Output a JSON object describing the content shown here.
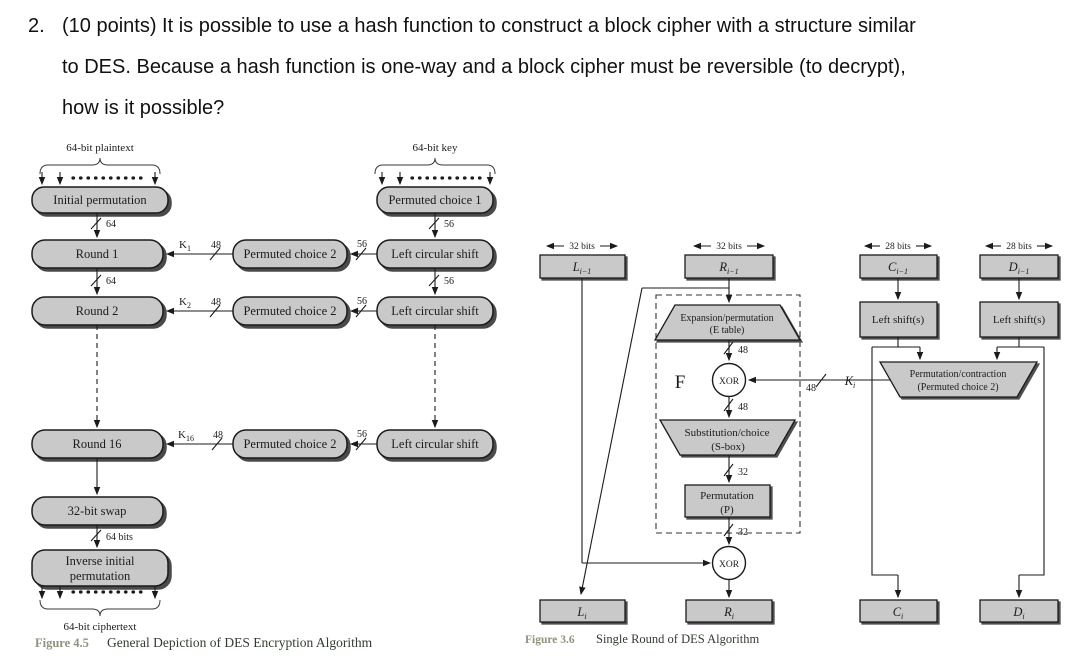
{
  "question": {
    "number": "2.",
    "lines": [
      "(10 points) It is possible to use a hash function to construct a block cipher with a structure similar",
      "to DES. Because a hash function is one-way and a block cipher must be reversible (to decrypt),",
      "how is it possible?"
    ]
  },
  "fig45": {
    "plaintext_label": "64-bit plaintext",
    "key_label": "64-bit key",
    "ciphertext_label": "64-bit ciphertext",
    "boxes": {
      "initial_permutation": "Initial permutation",
      "round_1": "Round 1",
      "round_2": "Round 2",
      "round_16": "Round 16",
      "swap_32": "32-bit swap",
      "inverse_ip_line1": "Inverse initial",
      "inverse_ip_line2": "permutation",
      "permuted_choice_1": "Permuted choice 1",
      "permuted_choice_2": "Permuted choice 2",
      "left_circular_shift": "Left circular shift"
    },
    "bits": {
      "n64": "64",
      "n56": "56",
      "n48": "48",
      "n64bits": "64 bits"
    },
    "keys": {
      "k": "K",
      "k1": "1",
      "k2": "2",
      "k16": "16"
    },
    "caption_tag": "Figure 4.5",
    "caption_text": "General Depiction of DES Encryption Algorithm"
  },
  "fig36": {
    "top_labels": {
      "bits32": "32 bits",
      "bits28": "28 bits"
    },
    "nodes": {
      "l_prev": {
        "main": "L",
        "sub": "i−1"
      },
      "r_prev": {
        "main": "R",
        "sub": "i−1"
      },
      "c_prev": {
        "main": "C",
        "sub": "i−1"
      },
      "d_prev": {
        "main": "D",
        "sub": "i−1"
      },
      "l_cur": {
        "main": "L",
        "sub": "i"
      },
      "r_cur": {
        "main": "R",
        "sub": "i"
      },
      "c_cur": {
        "main": "C",
        "sub": "i"
      },
      "d_cur": {
        "main": "D",
        "sub": "i"
      }
    },
    "f_label": "F",
    "xor_label": "XOR",
    "expansion_line1": "Expansion/permutation",
    "expansion_line2": "(E table)",
    "sbox_line1": "Substitution/choice",
    "sbox_line2": "(S-box)",
    "perm_line1": "Permutation",
    "perm_line2": "(P)",
    "left_shift_label": "Left shift(s)",
    "pc2_line1": "Permutation/contraction",
    "pc2_line2": "(Permuted choice 2)",
    "key": {
      "main": "K",
      "sub": "i"
    },
    "bits": {
      "n48": "48",
      "n32": "32"
    },
    "caption_tag": "Figure 3.6",
    "caption_text": "Single Round of DES Algorithm"
  },
  "colors": {
    "box_fill": "#c9c9c9",
    "box_stroke": "#1b1b1b",
    "shadow": "#4a4a4a",
    "caption_tag": "#8d937d",
    "caption_text": "#333c31"
  }
}
